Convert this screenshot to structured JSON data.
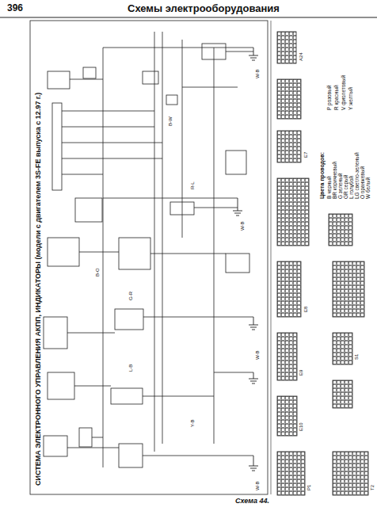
{
  "diagram": {
    "title": "Схемы электрооборудования",
    "caption": "Схема 44.",
    "labels": [
      "396",
      "СИСТЕМА ЭЛЕКТРОННОГО УПРАВЛЕНИЯ АКПП, ИНДИКАТОРЫ (модели с двигателем 3S-FE выпуска с 12.97 г.)",
      "Цвета проводов:",
      "W-B",
      "W-B",
      "W-B",
      "W-B",
      "B-W",
      "G-R",
      "L-B",
      "R-L",
      "Y-B",
      "B-O",
      "A24",
      "E7",
      "E8",
      "E9",
      "E10",
      "P1",
      "S1",
      "T2"
    ],
    "legend": [
      {
        "text": "B черный"
      },
      {
        "text": "BR коричневый"
      },
      {
        "text": "G зеленый"
      },
      {
        "text": "GR серый"
      },
      {
        "text": "L голубой"
      },
      {
        "text": "LG светло-зеленый"
      },
      {
        "text": "O оранжевый"
      },
      {
        "text": "W белый"
      },
      {
        "text": "P розовый"
      },
      {
        "text": "R красный"
      },
      {
        "text": "V фиолетовый"
      },
      {
        "text": "Y желтый"
      }
    ]
  }
}
